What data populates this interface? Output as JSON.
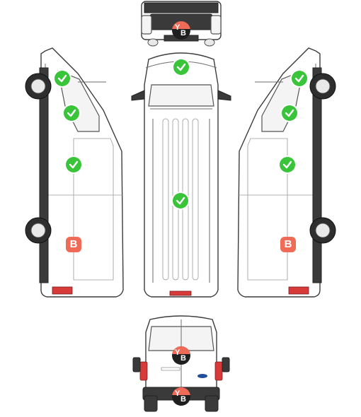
{
  "colors": {
    "check": "#39c43a",
    "badge": "#ef6b57",
    "outline": "#3c3c3c",
    "taillight": "#d83a3a"
  },
  "icons": {
    "check": "check-icon",
    "badge": "b-badge-icon",
    "logo": "yb-logo-icon"
  },
  "markers": {
    "badge_label": "B",
    "logo_letters": [
      "Y",
      "B"
    ]
  }
}
